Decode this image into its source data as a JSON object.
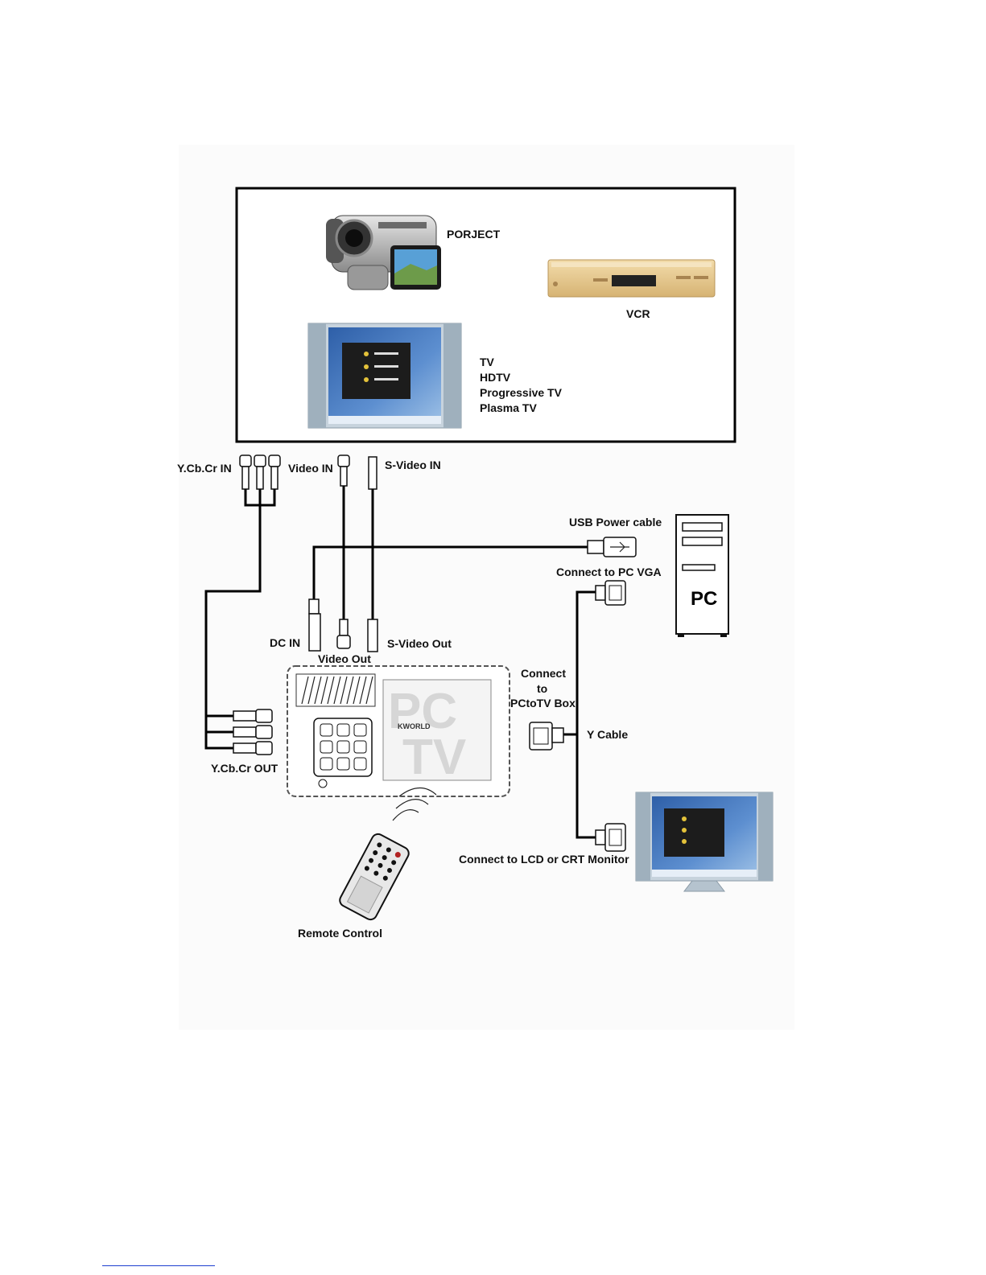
{
  "devices_box": {
    "camcorder_label": "PORJECT",
    "vcr_label": "VCR",
    "tv_labels": [
      "TV",
      "HDTV",
      "Progressive TV",
      "Plasma TV"
    ]
  },
  "connectors": {
    "ycbcr_in": "Y.Cb.Cr IN",
    "video_in": "Video IN",
    "svideo_in": "S-Video IN",
    "usb_power": "USB Power cable",
    "connect_pc_vga": "Connect to PC VGA",
    "dc_in": "DC IN",
    "video_out": "Video Out",
    "svideo_out": "S-Video Out",
    "connect_to": "Connect",
    "connect_to_2": "to",
    "connect_to_3": "PCtoTV Box",
    "y_cable": "Y Cable",
    "ycbcr_out": "Y.Cb.Cr OUT",
    "connect_monitor": "Connect to LCD or CRT Monitor",
    "remote_control": "Remote Control"
  },
  "pc_tower_label": "PC",
  "box_logo": {
    "big_pc": "PC",
    "big_tv": "TV",
    "brand": "KWORLD"
  },
  "colors": {
    "vcr_gold": "#e7c98e",
    "screen_blue": "#4a78b8",
    "cable": "#000000"
  }
}
